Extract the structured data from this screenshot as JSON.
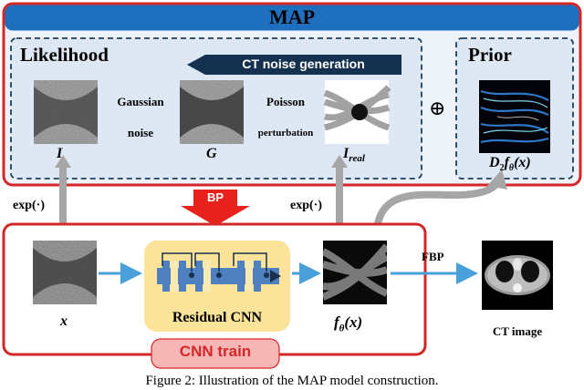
{
  "map": {
    "title": "MAP",
    "likelihood": "Likelihood",
    "prior": "Prior",
    "oplus": "⊕"
  },
  "noise_banner": "CT noise generation",
  "labels": {
    "gaussian": "Gaussian",
    "noise": "noise",
    "poisson": "Poisson",
    "perturbation": "perturbation",
    "I": "I",
    "G": "G",
    "I_real_main": "I",
    "I_real_sub": "real",
    "prior_formula_d": "D",
    "prior_formula_sub": "2",
    "prior_formula_f": "f",
    "prior_formula_theta": "θ",
    "prior_formula_x": "(x)",
    "exp_left": "exp(·)",
    "exp_right": "exp(·)",
    "bp": "BP",
    "x": "x",
    "residual_cnn": "Residual CNN",
    "f_theta_f": "f",
    "f_theta_theta": "θ",
    "f_theta_x": "(x)",
    "fbp": "FBP",
    "ct_image": "CT image",
    "cnn_train": "CNN train"
  },
  "caption": "Figure 2: Illustration of the MAP model construction.",
  "colors": {
    "map_header": "#1f6fbf",
    "map_border": "#d62728",
    "dashed": "#1c3f5e",
    "banner": "#14324f",
    "inner_bg": "#dde8f4",
    "bp_arrow": "#e8211d",
    "flow_arrow": "#4aa0d8",
    "grey_arrow": "#a6a6a6",
    "cnn_box": "#fbe39a",
    "cnn_train_bg": "#f6b6b6"
  }
}
